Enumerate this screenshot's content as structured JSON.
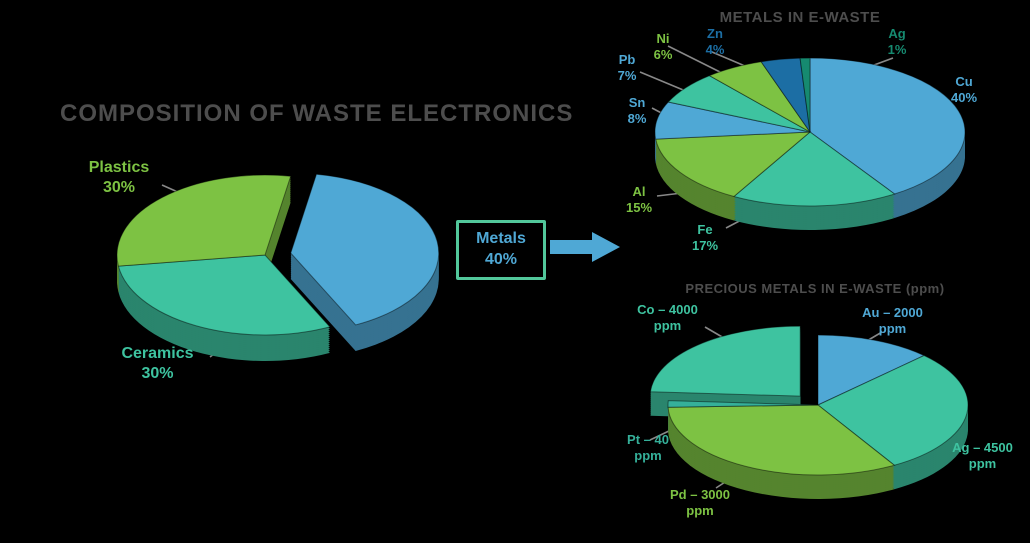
{
  "main_title": "COMPOSITION OF WASTE ELECTRONICS",
  "colors": {
    "background": "#000000",
    "title_gray": "#4d4d4d",
    "blue": "#4FA8D5",
    "teal": "#3EC3A0",
    "green": "#7DC243",
    "dark_blue": "#1C6EA4",
    "dark_teal": "#168A70",
    "box_border": "#52C79B",
    "leader_line": "#888888",
    "arrow_blue": "#4FA8D5"
  },
  "chart_data": [
    {
      "type": "pie",
      "title": "",
      "name": "e-waste-composition",
      "legend_position": "none",
      "slices": [
        {
          "label": "Metals",
          "line1": "Metals",
          "line2": "40%",
          "value": 40,
          "color": "#4FA8D5",
          "exploded": true
        },
        {
          "label": "Ceramics",
          "line1": "Ceramics",
          "line2": "30%",
          "value": 30,
          "color": "#3EC3A0",
          "exploded": false
        },
        {
          "label": "Plastics",
          "line1": "Plastics",
          "line2": "30%",
          "value": 30,
          "color": "#7DC243",
          "exploded": false
        }
      ]
    },
    {
      "type": "pie",
      "title": "METALS IN E-WASTE",
      "name": "metals-breakdown",
      "legend_position": "none",
      "slices": [
        {
          "label": "Cu",
          "line1": "Cu",
          "line2": "40%",
          "value": 40,
          "color": "#4FA8D5",
          "exploded": false
        },
        {
          "label": "Fe",
          "line1": "Fe",
          "line2": "17%",
          "value": 17,
          "color": "#3EC3A0",
          "exploded": false
        },
        {
          "label": "Al",
          "line1": "Al",
          "line2": "15%",
          "value": 15,
          "color": "#7DC243",
          "exploded": false
        },
        {
          "label": "Sn",
          "line1": "Sn",
          "line2": "8%",
          "value": 8,
          "color": "#4FA8D5",
          "exploded": false
        },
        {
          "label": "Pb",
          "line1": "Pb",
          "line2": "7%",
          "value": 7,
          "color": "#3EC3A0",
          "exploded": false
        },
        {
          "label": "Ni",
          "line1": "Ni",
          "line2": "6%",
          "value": 6,
          "color": "#7DC243",
          "exploded": false
        },
        {
          "label": "Zn",
          "line1": "Zn",
          "line2": "4%",
          "value": 4,
          "color": "#1C6EA4",
          "exploded": false
        },
        {
          "label": "Ag",
          "line1": "Ag",
          "line2": "1%",
          "value": 1,
          "color": "#168A70",
          "exploded": false
        }
      ]
    },
    {
      "type": "pie",
      "title": "PRECIOUS METALS IN E-WASTE (ppm)",
      "name": "precious-metals-ppm",
      "legend_position": "none",
      "slices": [
        {
          "label": "Au",
          "line1": "Au – 2000",
          "line2": "ppm",
          "value": 12.5,
          "color": "#4FA8D5",
          "exploded": false
        },
        {
          "label": "Ag",
          "line1": "Ag – 4500",
          "line2": "ppm",
          "value": 29,
          "color": "#3EC3A0",
          "exploded": false
        },
        {
          "label": "Pd",
          "line1": "Pd – 3000",
          "line2": "ppm",
          "value": 33,
          "color": "#7DC243",
          "exploded": false
        },
        {
          "label": "Pt",
          "line1": "Pt – 40",
          "line2": "ppm",
          "value": 1.5,
          "color": "#35B09A",
          "exploded": false
        },
        {
          "label": "Co",
          "line1": "Co – 4000",
          "line2": "ppm",
          "value": 24,
          "color": "#3EC3A0",
          "exploded": true
        }
      ]
    }
  ]
}
